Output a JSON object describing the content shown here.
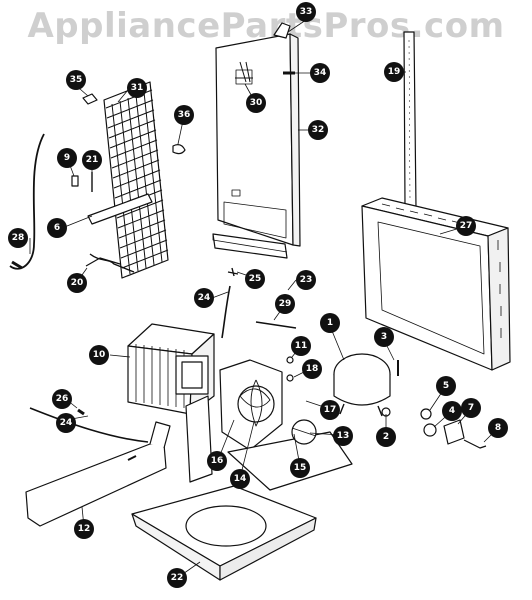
{
  "watermark": "AppliancePartsPros.com",
  "callouts": [
    {
      "id": "part-1",
      "label": "1"
    },
    {
      "id": "part-2",
      "label": "2"
    },
    {
      "id": "part-3",
      "label": "3"
    },
    {
      "id": "part-4",
      "label": "4"
    },
    {
      "id": "part-5",
      "label": "5"
    },
    {
      "id": "part-6",
      "label": "6"
    },
    {
      "id": "part-7",
      "label": "7"
    },
    {
      "id": "part-8",
      "label": "8"
    },
    {
      "id": "part-9",
      "label": "9"
    },
    {
      "id": "part-10",
      "label": "10"
    },
    {
      "id": "part-11",
      "label": "11"
    },
    {
      "id": "part-12",
      "label": "12"
    },
    {
      "id": "part-13",
      "label": "13"
    },
    {
      "id": "part-14",
      "label": "14"
    },
    {
      "id": "part-15",
      "label": "15"
    },
    {
      "id": "part-16",
      "label": "16"
    },
    {
      "id": "part-17",
      "label": "17"
    },
    {
      "id": "part-18",
      "label": "18"
    },
    {
      "id": "part-19",
      "label": "19"
    },
    {
      "id": "part-20",
      "label": "20"
    },
    {
      "id": "part-21",
      "label": "21"
    },
    {
      "id": "part-22",
      "label": "22"
    },
    {
      "id": "part-23",
      "label": "23"
    },
    {
      "id": "part-24a",
      "label": "24"
    },
    {
      "id": "part-24b",
      "label": "24"
    },
    {
      "id": "part-25",
      "label": "25"
    },
    {
      "id": "part-26",
      "label": "26"
    },
    {
      "id": "part-27",
      "label": "27"
    },
    {
      "id": "part-28",
      "label": "28"
    },
    {
      "id": "part-29",
      "label": "29"
    },
    {
      "id": "part-30",
      "label": "30"
    },
    {
      "id": "part-31",
      "label": "31"
    },
    {
      "id": "part-32",
      "label": "32"
    },
    {
      "id": "part-33",
      "label": "33"
    },
    {
      "id": "part-34",
      "label": "34"
    },
    {
      "id": "part-35",
      "label": "35"
    },
    {
      "id": "part-36",
      "label": "36"
    }
  ]
}
